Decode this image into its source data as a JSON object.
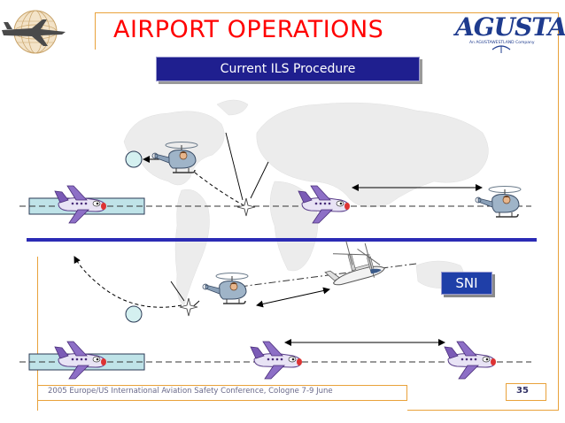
{
  "slide": {
    "title": "AIRPORT OPERATIONS",
    "procedure_label": "Current ILS Procedure",
    "sni_label": "SNI",
    "footer_text": "2005 Europe/US International Aviation Safety Conference, Cologne 7-9 June",
    "page_number": "35"
  },
  "logo": {
    "brand": "AGUSTA",
    "tagline": "An AGUSTAWESTLAND Company"
  },
  "colors": {
    "title": "#ff0000",
    "frame": "#e9a23b",
    "label_box": "#1f1f8f",
    "divider": "#2b2bb5",
    "runway": "#bfe3e8"
  },
  "icons": [
    "globe-airplane-logo",
    "airplane-icon",
    "helicopter-icon",
    "tiltrotor-icon",
    "waypoint-star-icon",
    "holding-circle-icon"
  ]
}
